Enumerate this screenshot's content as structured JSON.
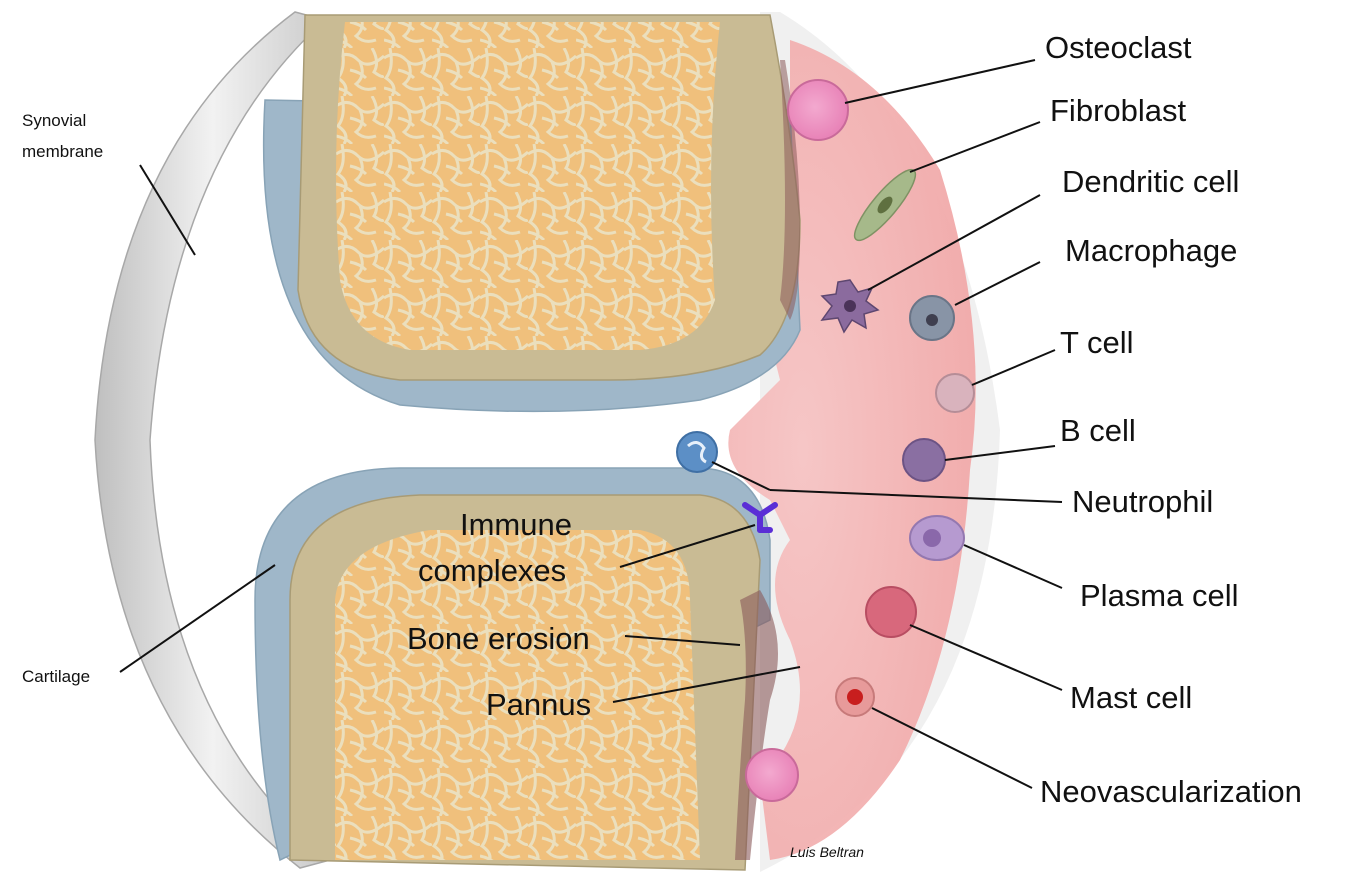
{
  "diagram": {
    "labels": {
      "synovial_membrane": [
        "Synovial",
        "membrane"
      ],
      "cartilage": "Cartilage",
      "osteoclast": "Osteoclast",
      "fibroblast": "Fibroblast",
      "dendritic_cell": "Dendritic cell",
      "macrophage": "Macrophage",
      "t_cell": "T cell",
      "b_cell": "B cell",
      "neutrophil": "Neutrophil",
      "plasma_cell": "Plasma cell",
      "mast_cell": "Mast cell",
      "neovascularization": "Neovascularization",
      "immune_complexes": [
        "Immune",
        "complexes"
      ],
      "bone_erosion": "Bone erosion",
      "pannus": "Pannus"
    },
    "signature": "Luis Beltran",
    "colors": {
      "bone": "#c9bb94",
      "trabecular": "#f2b86a",
      "cartilage": "#9fb7c9",
      "synovium": "#d9d9d9",
      "pannus": "#f3b7b7",
      "antibody": "#5a2ed6"
    }
  }
}
